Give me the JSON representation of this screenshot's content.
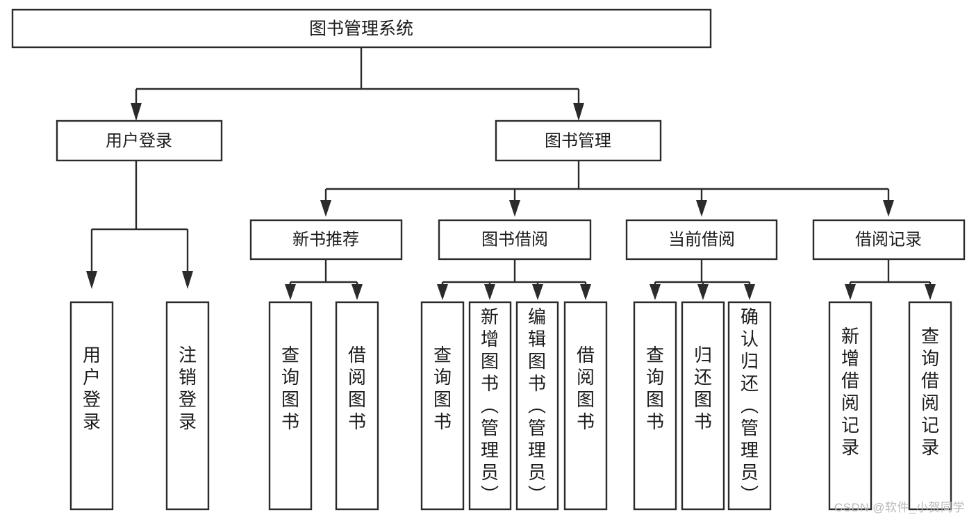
{
  "diagram": {
    "type": "hierarchy-tree",
    "title": "图书管理系统",
    "orientation": "top-down",
    "colors": {
      "box_fill": "#ffffff",
      "box_stroke": "#2b2b2b",
      "text": "#1b1b1b",
      "background": "#ffffff",
      "watermark": "#b9b9b9"
    },
    "levels": {
      "level1": [
        "图书管理系统"
      ],
      "level2": [
        "用户登录",
        "图书管理"
      ],
      "level3": [
        "新书推荐",
        "图书借阅",
        "当前借阅",
        "借阅记录"
      ],
      "level4": [
        "用户登录",
        "注销登录",
        "查询图书",
        "借阅图书",
        "查询图书",
        "新增图书（管理员）",
        "编辑图书（管理员）",
        "借阅图书",
        "查询图书",
        "归还图书",
        "确认归还（管理员）",
        "新增借阅记录",
        "查询借阅记录"
      ]
    },
    "nodes": {
      "root": {
        "label": "图书管理系统"
      },
      "user_login": {
        "label": "用户登录"
      },
      "book_manage": {
        "label": "图书管理"
      },
      "new_book_rec": {
        "label": "新书推荐"
      },
      "book_borrow": {
        "label": "图书借阅"
      },
      "current_borrow": {
        "label": "当前借阅"
      },
      "borrow_record": {
        "label": "借阅记录"
      },
      "leaf_user_login": {
        "label": "用户登录"
      },
      "leaf_user_logout": {
        "label": "注销登录"
      },
      "leaf_query_book_1": {
        "label": "查询图书"
      },
      "leaf_borrow_book_1": {
        "label": "借阅图书"
      },
      "leaf_query_book_2": {
        "label": "查询图书"
      },
      "leaf_add_book_admin": {
        "label": "新增图书（管理员）"
      },
      "leaf_edit_book_admin": {
        "label": "编辑图书（管理员）"
      },
      "leaf_borrow_book_2": {
        "label": "借阅图书"
      },
      "leaf_query_book_3": {
        "label": "查询图书"
      },
      "leaf_return_book": {
        "label": "归还图书"
      },
      "leaf_confirm_return_admin": {
        "label": "确认归还（管理员）"
      },
      "leaf_add_borrow_record": {
        "label": "新增借阅记录"
      },
      "leaf_query_borrow_record": {
        "label": "查询借阅记录"
      }
    },
    "edges": [
      {
        "from": "root",
        "to": "user_login"
      },
      {
        "from": "root",
        "to": "book_manage"
      },
      {
        "from": "user_login",
        "to": "leaf_user_login"
      },
      {
        "from": "user_login",
        "to": "leaf_user_logout"
      },
      {
        "from": "book_manage",
        "to": "new_book_rec"
      },
      {
        "from": "book_manage",
        "to": "book_borrow"
      },
      {
        "from": "book_manage",
        "to": "current_borrow"
      },
      {
        "from": "book_manage",
        "to": "borrow_record"
      },
      {
        "from": "new_book_rec",
        "to": "leaf_query_book_1"
      },
      {
        "from": "new_book_rec",
        "to": "leaf_borrow_book_1"
      },
      {
        "from": "book_borrow",
        "to": "leaf_query_book_2"
      },
      {
        "from": "book_borrow",
        "to": "leaf_add_book_admin"
      },
      {
        "from": "book_borrow",
        "to": "leaf_edit_book_admin"
      },
      {
        "from": "book_borrow",
        "to": "leaf_borrow_book_2"
      },
      {
        "from": "current_borrow",
        "to": "leaf_query_book_3"
      },
      {
        "from": "current_borrow",
        "to": "leaf_return_book"
      },
      {
        "from": "current_borrow",
        "to": "leaf_confirm_return_admin"
      },
      {
        "from": "borrow_record",
        "to": "leaf_add_borrow_record"
      },
      {
        "from": "borrow_record",
        "to": "leaf_query_borrow_record"
      }
    ]
  },
  "watermark": {
    "text": "CSDN @软件_小贺同学"
  }
}
